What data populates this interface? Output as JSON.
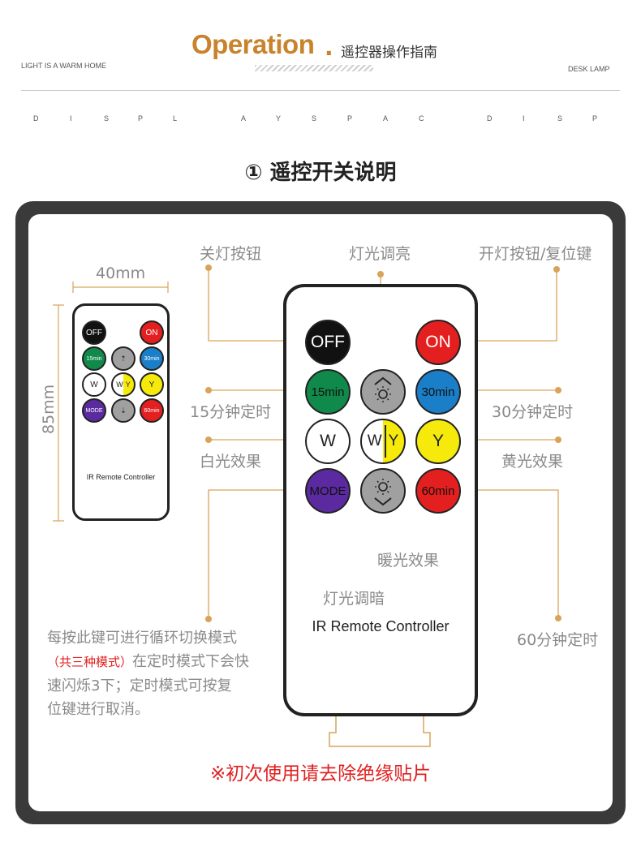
{
  "header": {
    "title_en": "Operation",
    "title_dot": ".",
    "title_cn": "遥控器操作指南",
    "tag_left": "LIGHT IS A WARM HOME",
    "tag_right": "DESK LAMP",
    "spaced_letters": [
      "D",
      "I",
      "S",
      "P",
      "L",
      "A",
      "Y",
      "S",
      "P",
      "A",
      "C",
      "D",
      "I",
      "S",
      "P"
    ]
  },
  "section_title": "① 遥控开关说明",
  "small_remote": {
    "width_label": "40mm",
    "height_label": "85mm",
    "caption": "IR Remote Controller",
    "buttons": {
      "off": "OFF",
      "on": "ON",
      "m15": "15min",
      "m30": "30min",
      "w": "W",
      "wy_w": "W",
      "wy_y": "Y",
      "y": "Y",
      "mode": "MODE",
      "m60": "60min"
    }
  },
  "big_remote": {
    "caption": "IR Remote Controller",
    "buttons": {
      "off": "OFF",
      "on": "ON",
      "m15": "15min",
      "m30": "30min",
      "w": "W",
      "wy_w": "W",
      "wy_y": "Y",
      "y": "Y",
      "mode": "MODE",
      "m60": "60min"
    }
  },
  "labels": {
    "off": "关灯按钮",
    "brighten": "灯光调亮",
    "on_reset": "开灯按钮/复位键",
    "t15": "15分钟定时",
    "t30": "30分钟定时",
    "white": "白光效果",
    "yellow": "黄光效果",
    "warm": "暖光效果",
    "dim": "灯光调暗",
    "t60": "60分钟定时"
  },
  "note": {
    "line1": "每按此键可进行循环切换模式",
    "red": "（共三种模式）",
    "line2": "在定时模式下会快",
    "line3": "速闪烁3下；定时模式可按复",
    "line4": "位键进行取消。"
  },
  "warning": "※初次使用请去除绝缘贴片",
  "colors": {
    "accent": "#c8832c",
    "frame": "#3a3a3a",
    "off": "#111111",
    "on": "#e41f1f",
    "green": "#108a4a",
    "blue": "#1a7fc8",
    "yellow": "#f6ea0c",
    "purple": "#5c2aa0",
    "red": "#e41f1f",
    "gray": "#a0a0a0",
    "warning": "#e02020"
  }
}
